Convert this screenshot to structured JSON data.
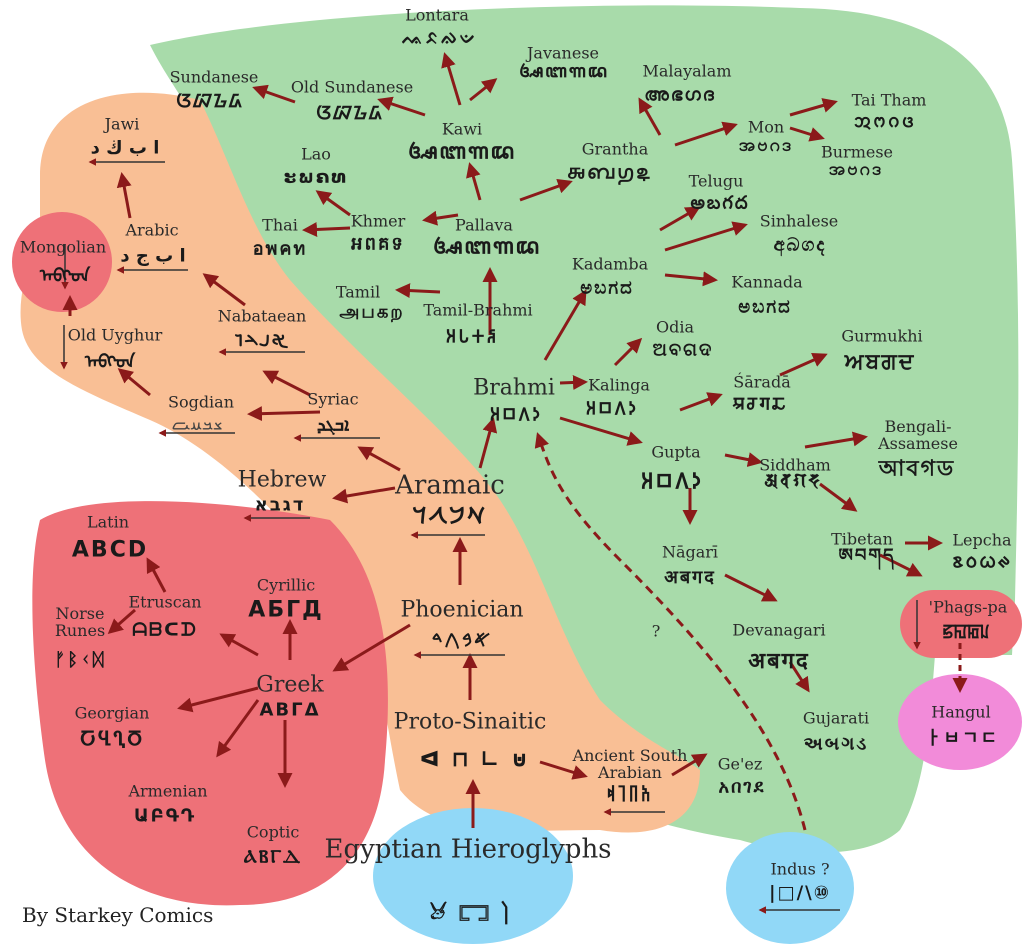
{
  "credit": "By Starkey Comics",
  "colors": {
    "green": "#a8dbaa",
    "orange": "#f9bf95",
    "red": "#ee7178",
    "pink": "#f28bd9",
    "blue": "#91d8f7",
    "arrow": "#8b1a1a"
  },
  "uncertain_mark": "?",
  "scripts": {
    "egyptian": {
      "name": "Egyptian Hieroglyphs",
      "glyphs": "𓃾 𓉐 𓌙"
    },
    "indus": {
      "name": "Indus ?",
      "glyphs": "|□/\\⑩"
    },
    "proto_sinaitic": {
      "name": "Proto-Sinaitic",
      "glyphs": "ᐊ ⊓ ∟ ⊍"
    },
    "south_arabian": {
      "name": "Ancient South Arabian",
      "glyphs": "𐩱𐩨𐩴𐩵"
    },
    "geez": {
      "name": "Ge'ez",
      "glyphs": "አበገደ"
    },
    "phoenician": {
      "name": "Phoenician",
      "glyphs": "𐤀𐤁𐤂𐤃"
    },
    "aramaic": {
      "name": "Aramaic",
      "glyphs": "𐡀𐡁𐡂𐡃"
    },
    "hebrew": {
      "name": "Hebrew",
      "glyphs": "דגבא"
    },
    "syriac": {
      "name": "Syriac",
      "glyphs": "ܐܒܓܕ"
    },
    "sogdian": {
      "name": "Sogdian",
      "glyphs": "𐼰𐼱𐼲𐼳"
    },
    "nabataean": {
      "name": "Nabataean",
      "glyphs": "𐢀𐢃𐢄𐢅"
    },
    "arabic": {
      "name": "Arabic",
      "glyphs": "ا ب ج د"
    },
    "jawi": {
      "name": "Jawi",
      "glyphs": "ا ب ڬ د"
    },
    "old_uyghur": {
      "name": "Old Uyghur",
      "glyphs": "ᠠᠪᠭᠳ"
    },
    "mongolian": {
      "name": "Mongolian",
      "glyphs": "ᠠᠪᠭᠳ"
    },
    "greek": {
      "name": "Greek",
      "glyphs": "ΑΒΓΔ"
    },
    "latin": {
      "name": "Latin",
      "glyphs": "ABCD"
    },
    "etruscan": {
      "name": "Etruscan",
      "glyphs": "ᗩᗷᑕᗪ"
    },
    "norse": {
      "name": "Norse Runes",
      "glyphs": "ᚠᛒᚲᛞ"
    },
    "cyrillic": {
      "name": "Cyrillic",
      "glyphs": "АБГД"
    },
    "georgian": {
      "name": "Georgian",
      "glyphs": "ႠႡႢႣ"
    },
    "armenian": {
      "name": "Armenian",
      "glyphs": "ԱԲԳԴ"
    },
    "coptic": {
      "name": "Coptic",
      "glyphs": "ⲀⲂⲄⲆ"
    },
    "brahmi": {
      "name": "Brahmi",
      "glyphs": "𑀅𑀩𑀕𑀤"
    },
    "tamil_brahmi": {
      "name": "Tamil-Brahmi",
      "glyphs": "𑀅𑀧𑀓𑀶"
    },
    "tamil": {
      "name": "Tamil",
      "glyphs": "அபகற"
    },
    "pallava": {
      "name": "Pallava",
      "glyphs": "ꦄꦧꦒꦢ"
    },
    "khmer": {
      "name": "Khmer",
      "glyphs": "អពគទ"
    },
    "thai": {
      "name": "Thai",
      "glyphs": "อพคท"
    },
    "lao": {
      "name": "Lao",
      "glyphs": "ະພຄທ"
    },
    "kawi": {
      "name": "Kawi",
      "glyphs": "ꦄꦧꦒꦢ"
    },
    "lontara": {
      "name": "Lontara",
      "glyphs": "ᨕᨅᨁᨉ"
    },
    "javanese": {
      "name": "Javanese",
      "glyphs": "ꦄꦧꦒꦢ"
    },
    "old_sundanese": {
      "name": "Old Sundanese",
      "glyphs": "ᮃᮘᮌᮓ"
    },
    "sundanese": {
      "name": "Sundanese",
      "glyphs": "ᮃᮘᮌᮓ"
    },
    "grantha": {
      "name": "Grantha",
      "glyphs": "𑌅𑌬𑌗𑌦"
    },
    "malayalam": {
      "name": "Malayalam",
      "glyphs": "അഭഗദ"
    },
    "mon": {
      "name": "Mon",
      "glyphs": "အဗဂဒ"
    },
    "burmese": {
      "name": "Burmese",
      "glyphs": "အဗဂဒ"
    },
    "tai_tham": {
      "name": "Tai Tham",
      "glyphs": "ᩋᨻᨣᨴ"
    },
    "kadamba": {
      "name": "Kadamba",
      "glyphs": "ಅಬಗದ"
    },
    "telugu": {
      "name": "Telugu",
      "glyphs": "అబగద"
    },
    "sinhalese": {
      "name": "Sinhalese",
      "glyphs": "අබගද"
    },
    "kannada": {
      "name": "Kannada",
      "glyphs": "ಅಬಗದ"
    },
    "kalinga": {
      "name": "Kalinga",
      "glyphs": "𑀅𑀩𑀕𑀤"
    },
    "odia": {
      "name": "Odia",
      "glyphs": "ଅବଗଦ"
    },
    "gupta": {
      "name": "Gupta",
      "glyphs": "𑀅𑀩𑀕𑀤"
    },
    "sarada": {
      "name": "Śāradā",
      "glyphs": "𑆃𑆧𑆓𑆢"
    },
    "gurmukhi": {
      "name": "Gurmukhi",
      "glyphs": "ਅਬਗਦ"
    },
    "siddham": {
      "name": "Siddham",
      "glyphs": "𑖀𑖤𑖐𑖟"
    },
    "bengali": {
      "name": "Bengali-Assamese",
      "glyphs": "আবগড"
    },
    "tibetan": {
      "name": "Tibetan",
      "glyphs": "ཨབགད"
    },
    "lepcha": {
      "name": "Lepcha",
      "glyphs": "ᰣᰓᰃᰊ"
    },
    "phagspa": {
      "name": "'Phags-pa",
      "glyphs": "ꡝꡎꡂꡊ"
    },
    "hangul": {
      "name": "Hangul",
      "glyphs": "ㅏㅂㄱㄷ"
    },
    "nagari": {
      "name": "Nāgarī",
      "glyphs": "अबगद"
    },
    "devanagari": {
      "name": "Devanagari",
      "glyphs": "अबगद"
    },
    "gujarati": {
      "name": "Gujarati",
      "glyphs": "અબગડ"
    }
  }
}
